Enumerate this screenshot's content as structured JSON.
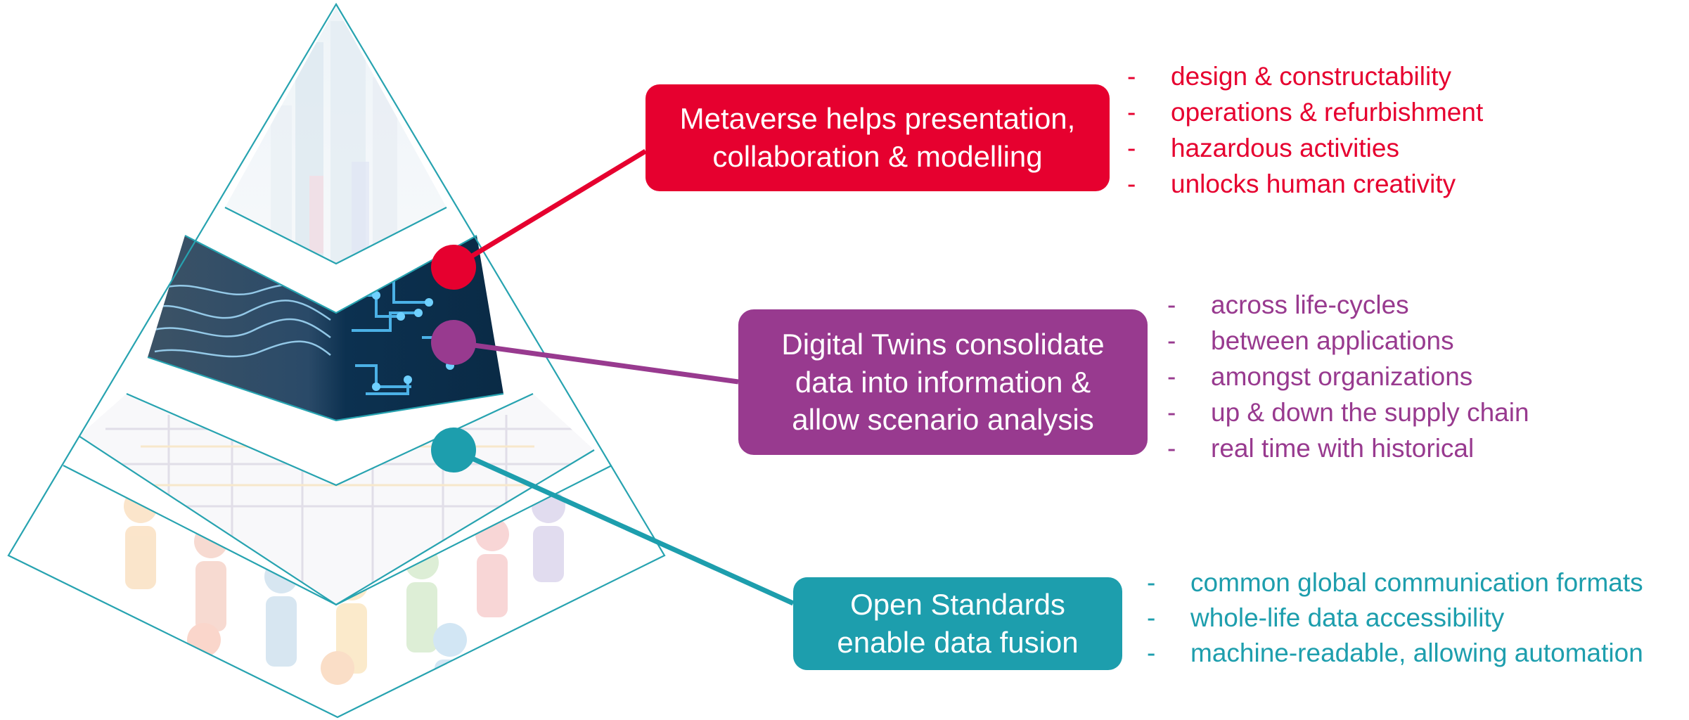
{
  "colors": {
    "metaverse": "#e6002f",
    "digital_twins": "#983a8f",
    "open_standards": "#1d9ead",
    "outline": "#27a3b0"
  },
  "layers": {
    "metaverse": {
      "label": "Metaverse helps presentation,\ncollaboration & modelling",
      "points": [
        "design & constructability",
        "operations & refurbishment",
        "hazardous activities",
        "unlocks human creativity"
      ]
    },
    "digital_twins": {
      "label": "Digital Twins consolidate\ndata into information &\nallow scenario analysis",
      "points": [
        "across life-cycles",
        "between applications",
        "amongst organizations",
        "up & down the supply chain",
        "real time with historical"
      ]
    },
    "open_standards": {
      "label": "Open Standards\nenable data fusion",
      "points": [
        "common global communication formats",
        "whole-life data accessibility",
        "machine-readable, allowing automation"
      ]
    }
  },
  "bullet_marker": "-",
  "pyramid_imagery": {
    "top_layer": "city-skyline-image",
    "upper_middle_layer": "brain-circuit-image",
    "lower_middle_layer": "steel-frame-model-image",
    "base_layer": "people-chain-image"
  }
}
